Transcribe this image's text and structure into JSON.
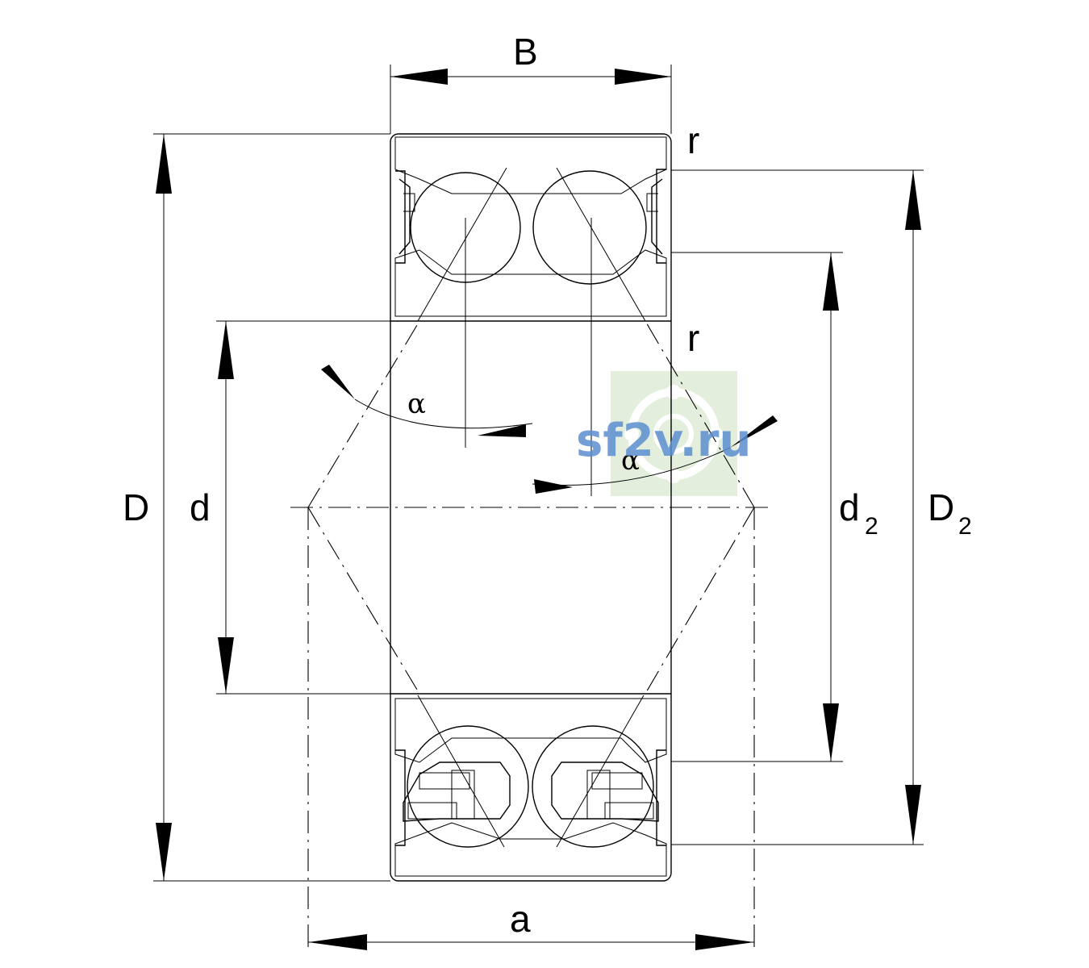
{
  "labels": {
    "B": "B",
    "D": "D",
    "d": "d",
    "d2_main": "d",
    "d2_sub": "2",
    "D2_main": "D",
    "D2_sub": "2",
    "a": "a",
    "r_top": "r",
    "r_mid": "r",
    "alpha_left": "α",
    "alpha_right": "α"
  },
  "watermark": {
    "text": "sf2v.ru",
    "color": "#5b8fd0"
  }
}
